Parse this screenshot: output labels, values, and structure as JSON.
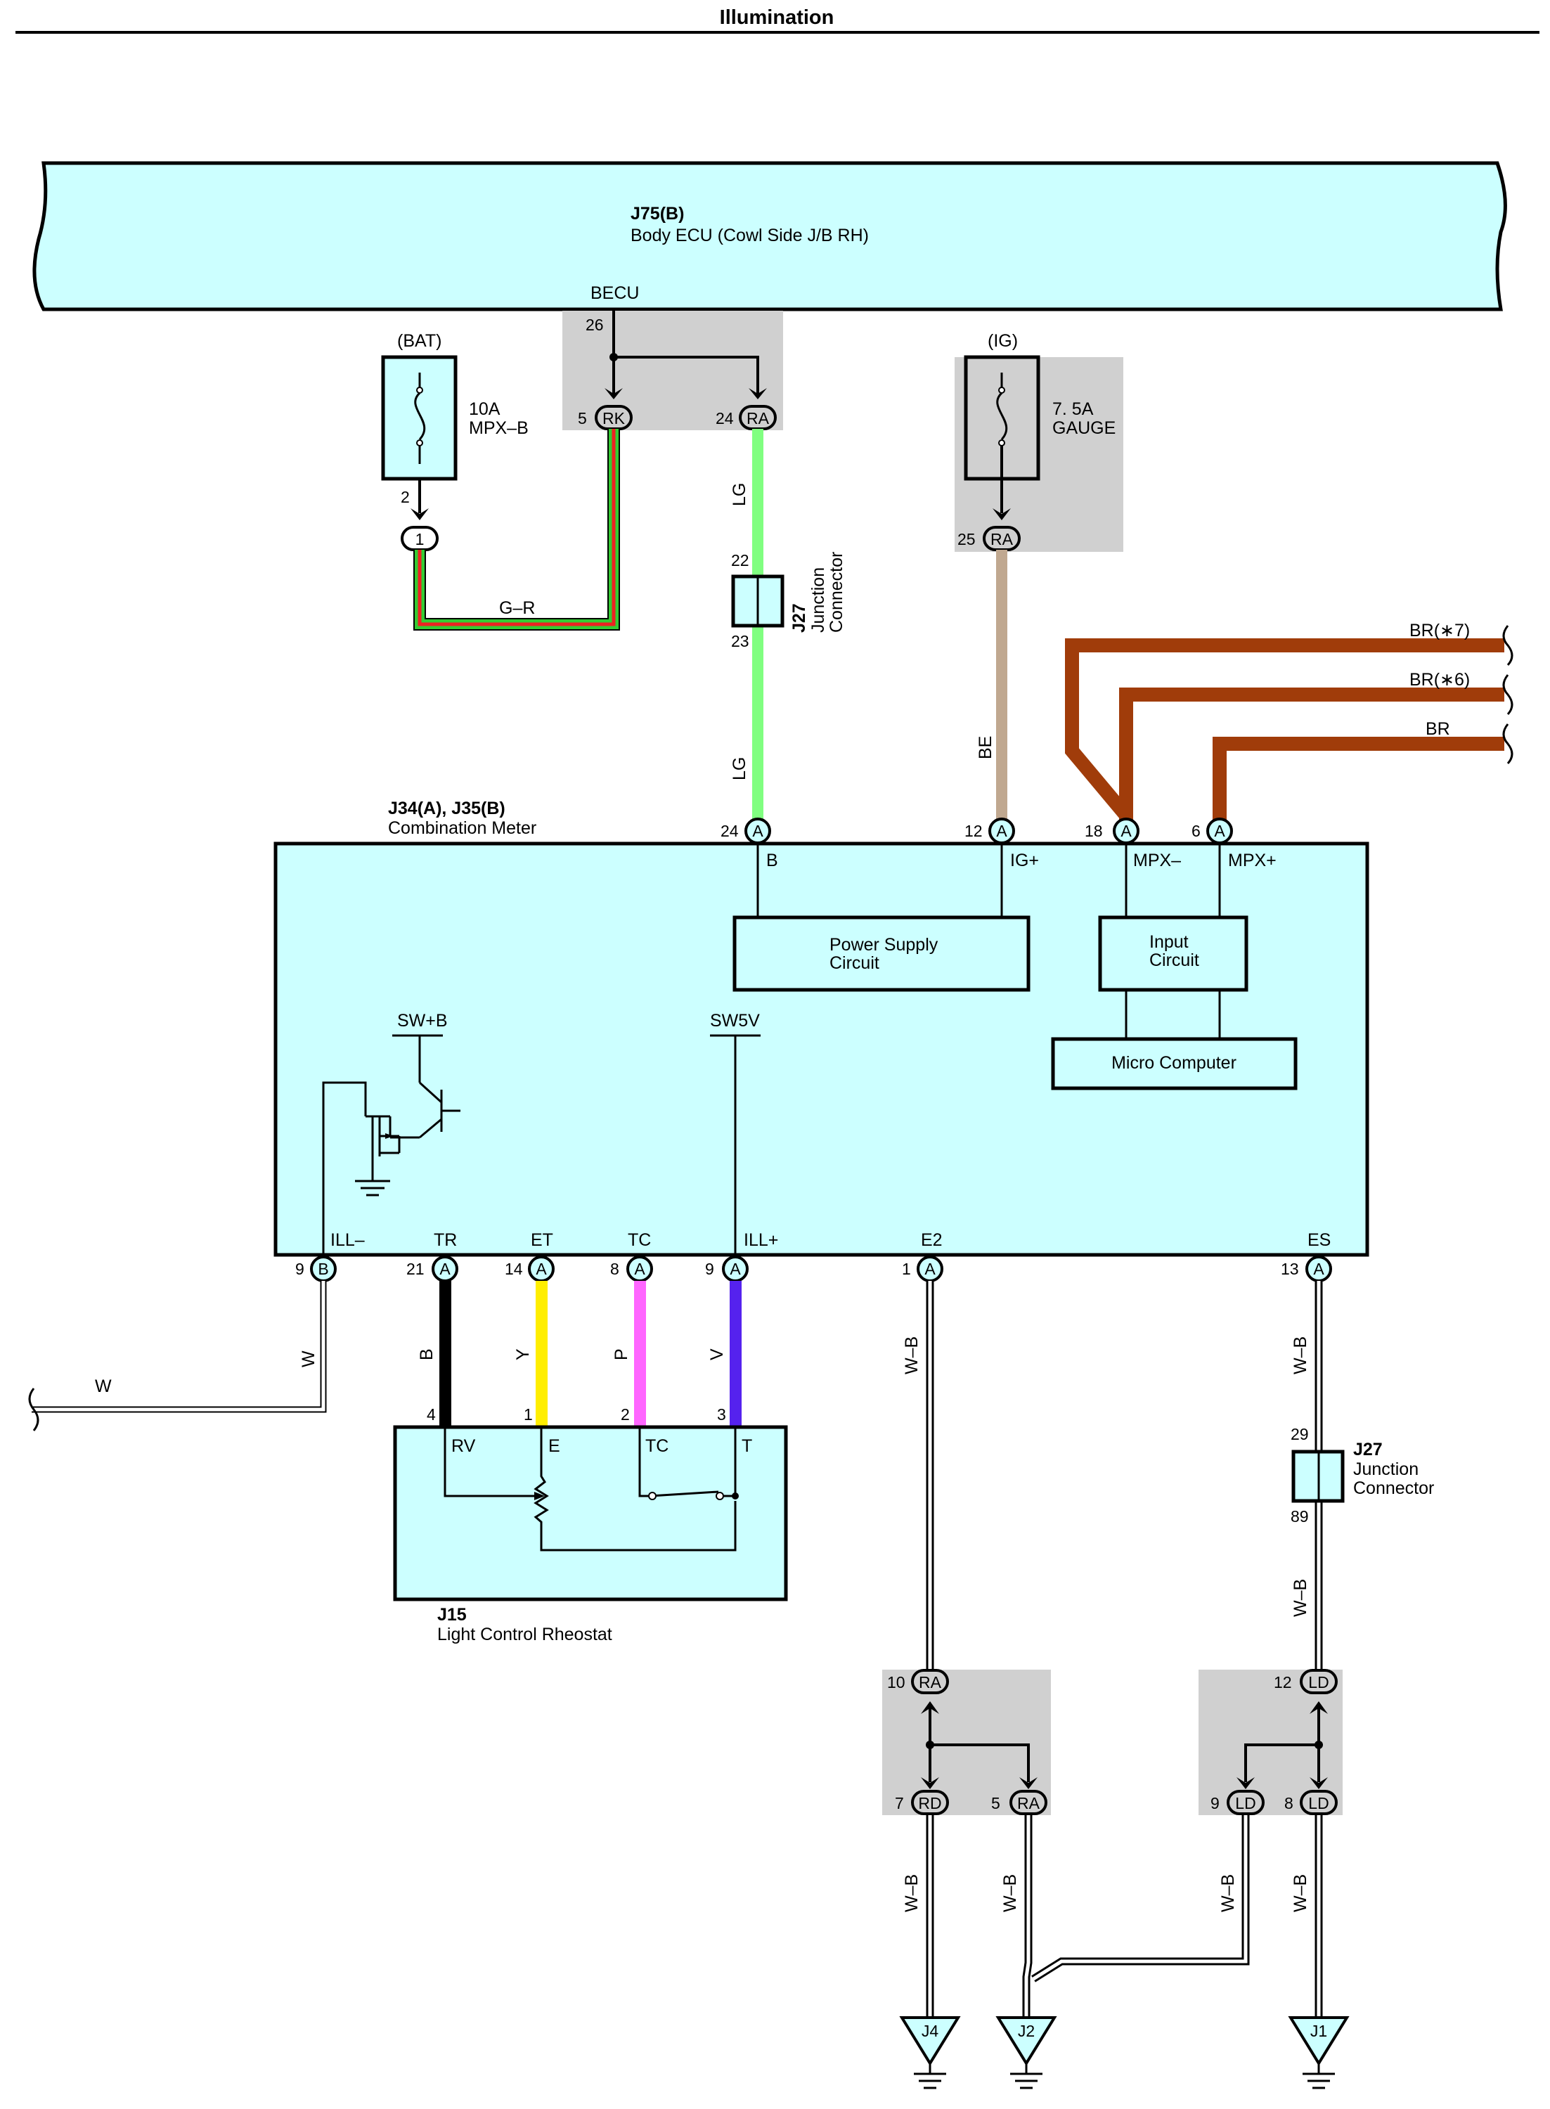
{
  "page_title": "Illumination",
  "colors": {
    "box_fill": "#ccffff",
    "shade": "#d0d0d0",
    "lg": "#80ff80",
    "be": "#c0a890",
    "br": "#a03c0a",
    "b": "#000000",
    "y": "#ffee00",
    "p": "#ff66ff",
    "v": "#5522ee",
    "green": "#33cc33",
    "red": "#ee2222",
    "white": "#ffffff"
  },
  "body_ecu": {
    "id": "J75(B)",
    "name": "Body ECU (Cowl Side J/B RH)",
    "pin_label": "BECU",
    "pin_no": "26"
  },
  "bat_fuse": {
    "supply": "(BAT)",
    "rating": "10A",
    "name": "MPX–B",
    "pin_no": "2",
    "conn": "1"
  },
  "ig_fuse": {
    "supply": "(IG)",
    "rating": "7. 5A",
    "name": "GAUGE",
    "pin_no": "25",
    "conn": "RA"
  },
  "becu_junction": {
    "left_pin": "5",
    "left_conn": "RK",
    "right_pin": "24",
    "right_conn": "RA"
  },
  "wire_gr": "G–R",
  "wire_lg_top": "LG",
  "wire_lg_bottom": "LG",
  "wire_be": "BE",
  "j27_top": {
    "id": "J27",
    "line1": "Junction",
    "line2": "Connector",
    "pin_top": "22",
    "pin_bottom": "23"
  },
  "br_wires": [
    "BR(∗7)",
    "BR(∗6)",
    "BR"
  ],
  "meter": {
    "id": "J34(A), J35(B)",
    "name": "Combination Meter",
    "top_pins": [
      {
        "no": "24",
        "conn": "A",
        "label": "B"
      },
      {
        "no": "12",
        "conn": "A",
        "label": "IG+"
      },
      {
        "no": "18",
        "conn": "A",
        "label": "MPX–"
      },
      {
        "no": "6",
        "conn": "A",
        "label": "MPX+"
      }
    ],
    "psu_line1": "Power Supply",
    "psu_line2": "Circuit",
    "input_line1": "Input",
    "input_line2": "Circuit",
    "micro": "Micro Computer",
    "swb": "SW+B",
    "sw5v": "SW5V",
    "bottom_pins": [
      {
        "no": "9",
        "conn": "B",
        "label": "ILL–"
      },
      {
        "no": "21",
        "conn": "A",
        "label": "TR"
      },
      {
        "no": "14",
        "conn": "A",
        "label": "ET"
      },
      {
        "no": "8",
        "conn": "A",
        "label": "TC"
      },
      {
        "no": "9",
        "conn": "A",
        "label": "ILL+"
      },
      {
        "no": "1",
        "conn": "A",
        "label": "E2"
      },
      {
        "no": "13",
        "conn": "A",
        "label": "ES"
      }
    ]
  },
  "wire_w_vertical": "W",
  "wire_w_horizontal": "W",
  "rheo_wires": [
    {
      "color": "B",
      "pin": "4"
    },
    {
      "color": "Y",
      "pin": "1"
    },
    {
      "color": "P",
      "pin": "2"
    },
    {
      "color": "V",
      "pin": "3"
    }
  ],
  "rheostat": {
    "id": "J15",
    "name": "Light Control Rheostat",
    "terms": [
      "RV",
      "E",
      "TC",
      "T"
    ]
  },
  "wire_wb": "W–B",
  "j27_bottom": {
    "id": "J27",
    "line1": "Junction",
    "line2": "Connector",
    "pin_top": "29",
    "pin_bottom": "89"
  },
  "j_ra": {
    "in_pin": "10",
    "in_conn": "RA",
    "out1_pin": "7",
    "out1_conn": "RD",
    "out2_pin": "5",
    "out2_conn": "RA"
  },
  "j_ld": {
    "in_pin": "12",
    "in_conn": "LD",
    "out1_pin": "9",
    "out1_conn": "LD",
    "out2_pin": "8",
    "out2_conn": "LD"
  },
  "grounds": [
    "J4",
    "J2",
    "J1"
  ]
}
